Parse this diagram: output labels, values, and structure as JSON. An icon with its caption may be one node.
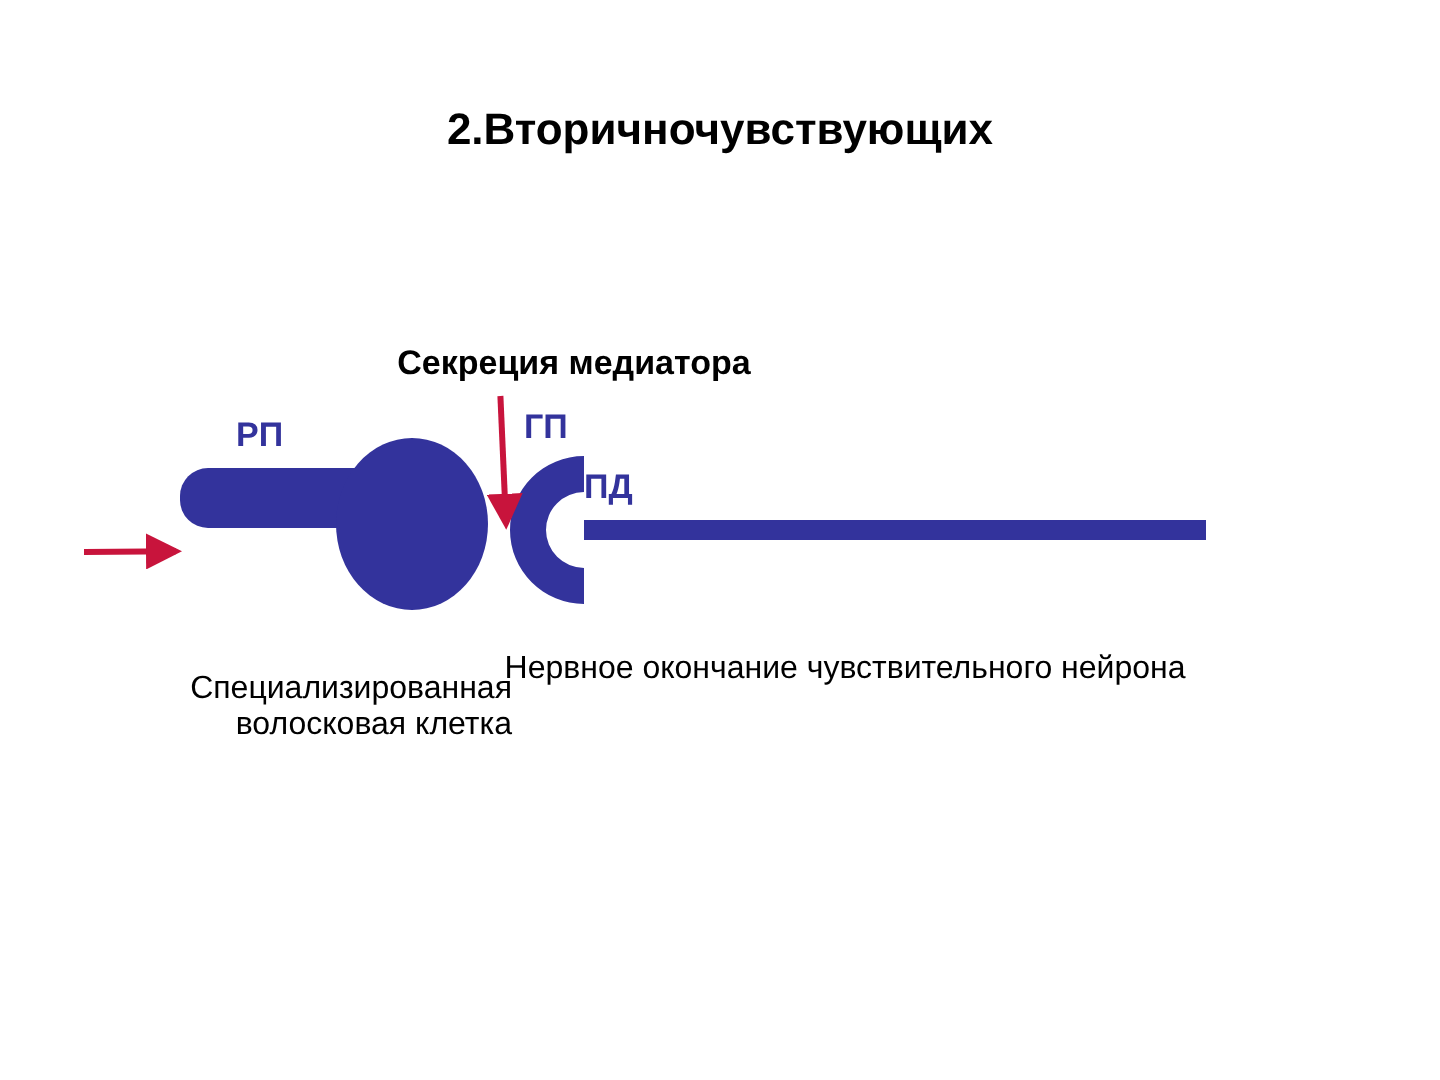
{
  "diagram": {
    "title": "2.Вторичночувствующих",
    "nodes": [
      {
        "text": [],
        "shape": "cell",
        "beside": [
          "Специализированная волосковая клетка"
        ]
      },
      {
        "text": [],
        "shape": "bar",
        "beside": [
          "Нервное окончание чувствительного нейрона"
        ]
      },
      {
        "text": [
          "Секреция медиатора"
        ]
      }
    ],
    "edges": [
      {
        "from": null,
        "to": 0,
        "arrow": "to"
      },
      {
        "from": 2,
        "to": 1,
        "arrow": "to"
      }
    ],
    "labels": [
      "РП",
      "ГП",
      "ПД"
    ]
  }
}
